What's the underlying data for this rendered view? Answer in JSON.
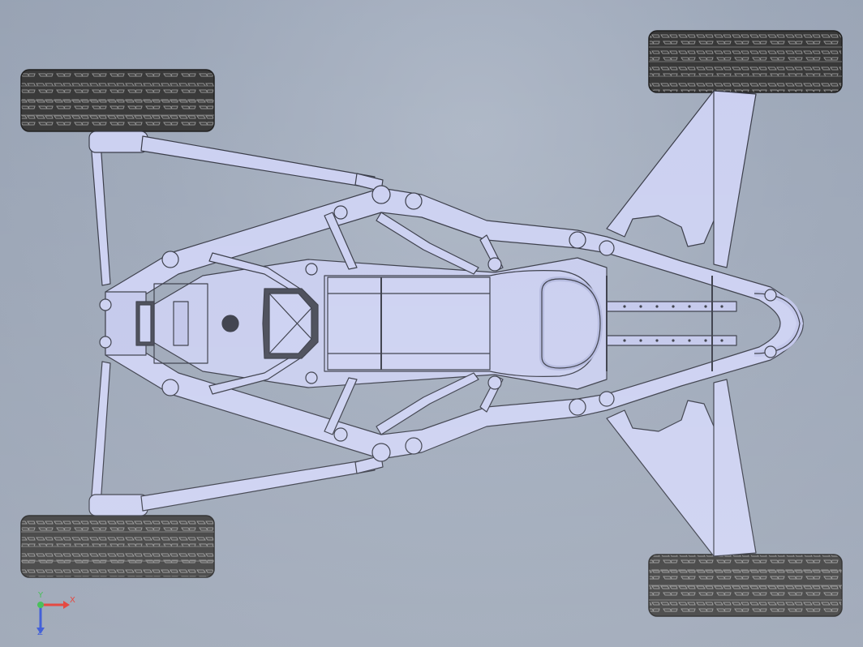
{
  "viewport": {
    "name": "graphics-area",
    "background": "#9aa5b6"
  },
  "model": {
    "frame_color": "#c8cdf0",
    "frame_edge_color": "#2a2d3a",
    "tire_color": "#2b2b2b",
    "tire_tread_color": "#777777",
    "parts": [
      "front-left-tire",
      "front-right-tire",
      "rear-left-tire",
      "rear-right-tire",
      "chassis-frame",
      "front-left-tie-rod",
      "front-right-tie-rod",
      "rear-left-trailing-arm",
      "rear-right-trailing-arm",
      "seat"
    ]
  },
  "triad": {
    "x_label": "X",
    "y_label": "Y",
    "z_label": "Z",
    "x_color": "#e0241b",
    "y_color": "#25b33a",
    "z_color": "#1c3fd0"
  }
}
